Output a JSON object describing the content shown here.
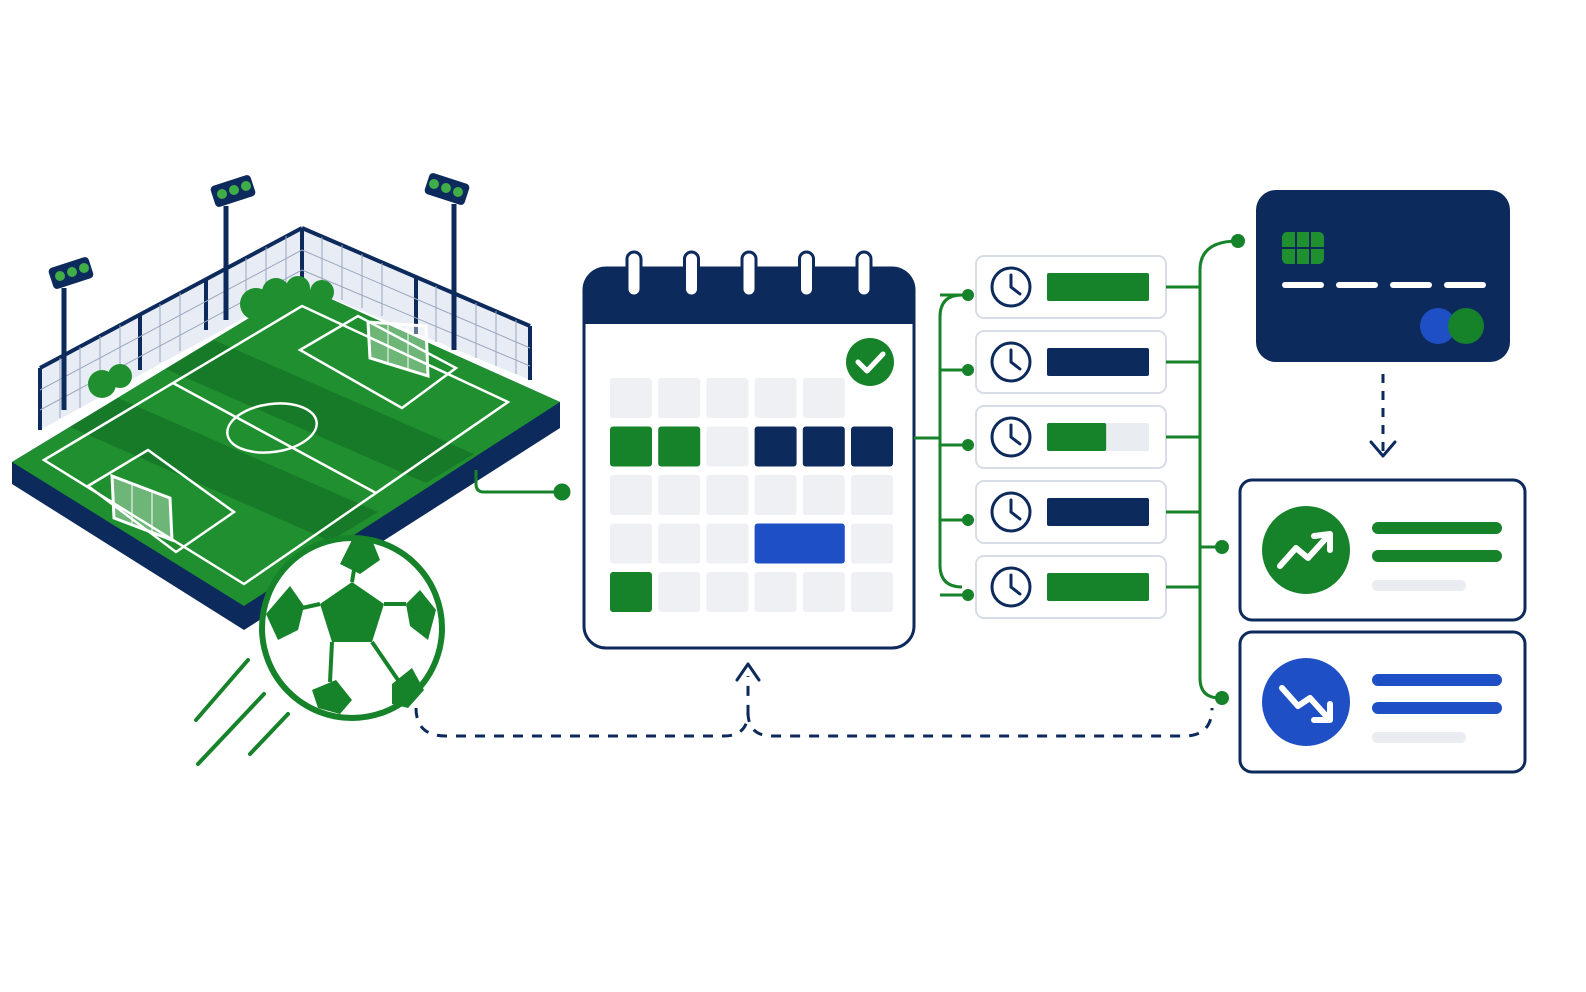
{
  "colors": {
    "navy": "#0d2a5c",
    "green": "#16822a",
    "field_green": "#1f8f2f",
    "field_dark": "#177a28",
    "blue": "#1f4fc4",
    "cell_gray": "#eef0f3",
    "card_border": "#d7dce6",
    "placeholder": "#e9ecf1"
  },
  "icons": {
    "field": "soccer-field-icon",
    "ball": "soccer-ball-icon",
    "calendar": "calendar-icon",
    "check": "check-circle-icon",
    "clock": "clock-icon",
    "card": "credit-card-icon",
    "trend_up": "trend-up-icon",
    "trend_down": "trend-down-icon"
  },
  "calendar": {
    "rings": 5,
    "rows": [
      [
        "empty",
        "empty",
        "empty",
        "empty",
        "empty",
        "empty"
      ],
      [
        "green",
        "green",
        "empty",
        "navy",
        "navy",
        "navy"
      ],
      [
        "empty",
        "empty",
        "empty",
        "empty",
        "empty",
        "empty"
      ],
      [
        "empty",
        "empty",
        "empty",
        "blue",
        "blue",
        "empty"
      ],
      [
        "green",
        "empty",
        "empty",
        "empty",
        "empty",
        "empty"
      ]
    ]
  },
  "time_slots": [
    {
      "color": "green",
      "fill": 1.0
    },
    {
      "color": "navy",
      "fill": 1.0
    },
    {
      "color": "green",
      "fill": 0.58
    },
    {
      "color": "navy",
      "fill": 1.0
    },
    {
      "color": "green",
      "fill": 1.0
    }
  ],
  "payment_card": {
    "number_segments": 4
  },
  "reports": [
    {
      "trend": "up",
      "color": "green"
    },
    {
      "trend": "down",
      "color": "blue"
    }
  ]
}
